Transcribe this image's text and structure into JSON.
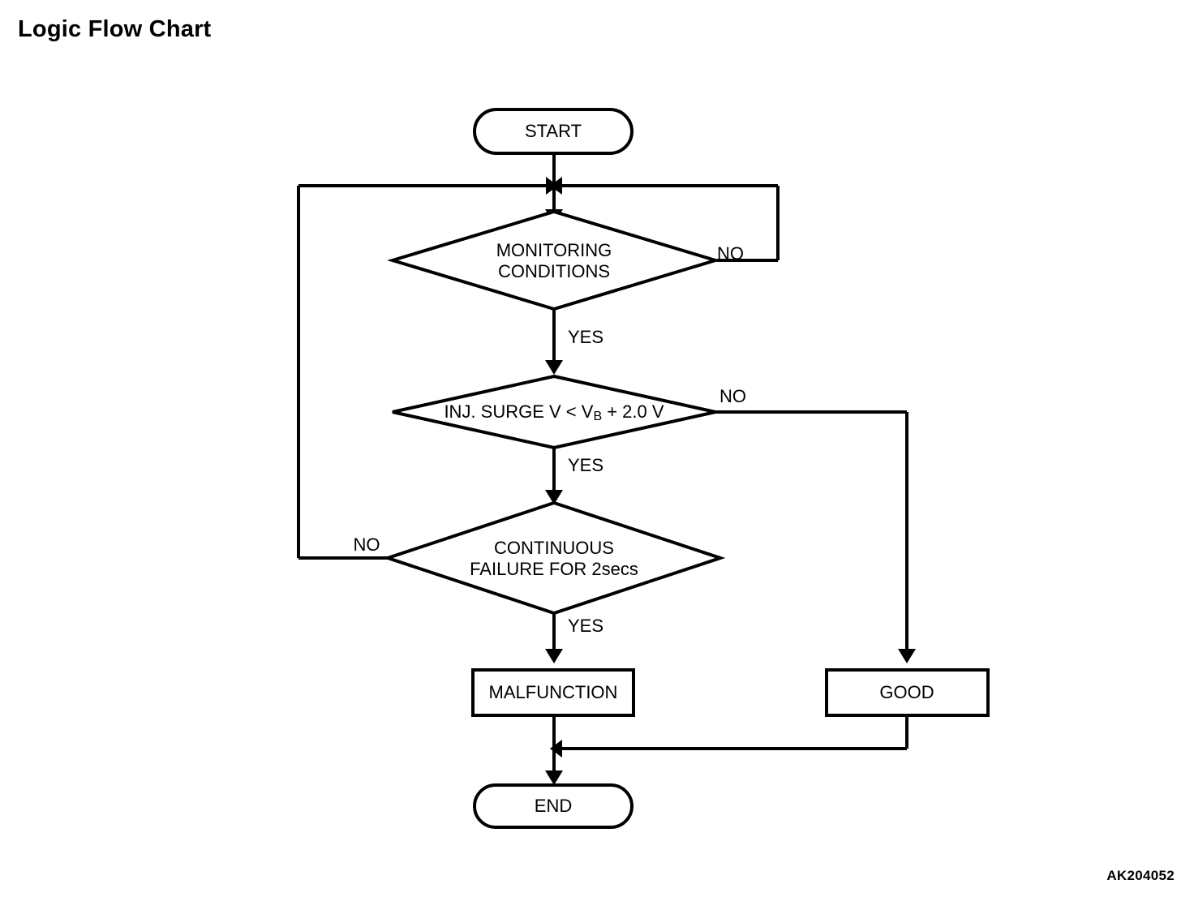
{
  "page": {
    "title": "Logic Flow Chart",
    "reference_code": "AK204052",
    "background_color": "#ffffff",
    "line_color": "#000000"
  },
  "chart_data": {
    "type": "diagram",
    "diagram_kind": "flowchart",
    "title": "Logic Flow Chart",
    "nodes": [
      {
        "id": "start",
        "shape": "stadium",
        "label": "START"
      },
      {
        "id": "monitoring",
        "shape": "diamond",
        "label": "MONITORING CONDITIONS",
        "line1": "MONITORING",
        "line2": "CONDITIONS"
      },
      {
        "id": "surge",
        "shape": "diamond",
        "label": "INJ. SURGE V < VB + 2.0 V",
        "text_before_sub": "INJ. SURGE V < V",
        "subscript": "B",
        "text_after_sub": " + 2.0 V"
      },
      {
        "id": "continuous",
        "shape": "diamond",
        "label": "CONTINUOUS FAILURE FOR 2secs",
        "line1": "CONTINUOUS",
        "line2": "FAILURE FOR 2secs"
      },
      {
        "id": "malfunction",
        "shape": "rectangle",
        "label": "MALFUNCTION"
      },
      {
        "id": "good",
        "shape": "rectangle",
        "label": "GOOD"
      },
      {
        "id": "end",
        "shape": "stadium",
        "label": "END"
      }
    ],
    "edges": [
      {
        "from": "start",
        "to": "monitoring",
        "label": ""
      },
      {
        "from": "monitoring",
        "to": "surge",
        "label": "YES"
      },
      {
        "from": "monitoring",
        "to": "monitoring",
        "label": "NO",
        "routing": "right-loop-back-to-start-junction"
      },
      {
        "from": "surge",
        "to": "continuous",
        "label": "YES"
      },
      {
        "from": "surge",
        "to": "good",
        "label": "NO",
        "routing": "right-down"
      },
      {
        "from": "continuous",
        "to": "malfunction",
        "label": "YES"
      },
      {
        "from": "continuous",
        "to": "monitoring",
        "label": "NO",
        "routing": "left-loop-back-to-start-junction"
      },
      {
        "from": "malfunction",
        "to": "end",
        "label": ""
      },
      {
        "from": "good",
        "to": "end",
        "label": "",
        "routing": "down-left-join"
      }
    ],
    "branch_labels": {
      "monitoring_no": "NO",
      "monitoring_yes": "YES",
      "surge_no": "NO",
      "surge_yes": "YES",
      "continuous_no": "NO",
      "continuous_yes": "YES"
    }
  }
}
